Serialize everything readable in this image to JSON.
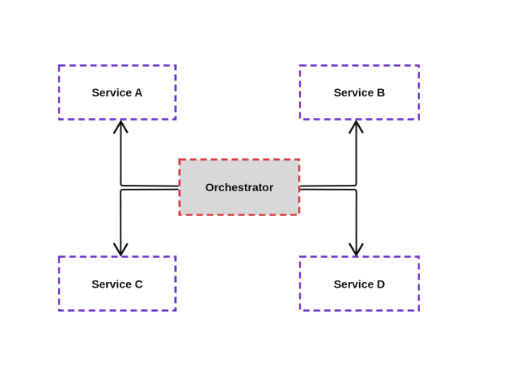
{
  "diagram": {
    "text_color": "#111111",
    "edge_color": "#161616",
    "nodes": {
      "service_a": {
        "label": "Service A",
        "border_color": "#6d34cb",
        "fill": "#ffffff"
      },
      "service_b": {
        "label": "Service B",
        "border_color": "#6d34cb",
        "fill": "#ffffff"
      },
      "orchestrator": {
        "label": "Orchestrator",
        "border_color": "#d63f3f",
        "fill": "#d8d8d8"
      },
      "service_c": {
        "label": "Service C",
        "border_color": "#6d34cb",
        "fill": "#ffffff"
      },
      "service_d": {
        "label": "Service D",
        "border_color": "#6d34cb",
        "fill": "#ffffff"
      }
    },
    "edges": [
      {
        "from": "Orchestrator",
        "to": "Service A",
        "direction": "up"
      },
      {
        "from": "Orchestrator",
        "to": "Service C",
        "direction": "down"
      },
      {
        "from": "Orchestrator",
        "to": "Service B",
        "direction": "up"
      },
      {
        "from": "Orchestrator",
        "to": "Service D",
        "direction": "down"
      }
    ]
  }
}
